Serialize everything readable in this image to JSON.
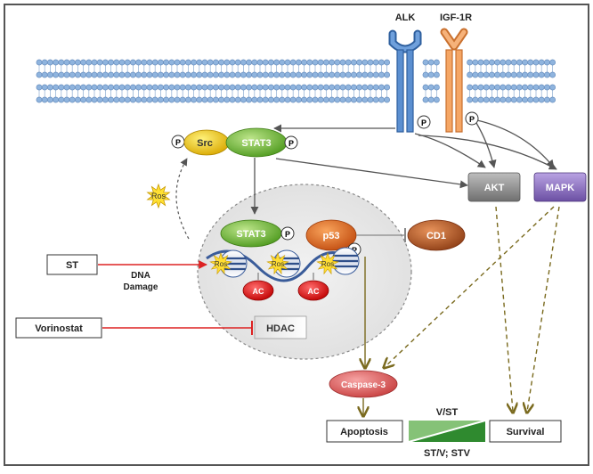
{
  "colors": {
    "frame": "#555555",
    "membrane_head": "#8fb4de",
    "alk": "#4a7fc0",
    "igf": "#f2a15e",
    "pathway_arrow": "#555555",
    "inhibit_red": "#dd2222",
    "olive_arrow": "#7a6a1e",
    "src": "#f4d000",
    "stat3": "#7dbf3f",
    "p53": "#e06a1e",
    "cd1": "#c0622a",
    "ac": "#ee1b1b",
    "caspase": "#e06060",
    "akt": "#8a8a8a",
    "mapk": "#8a6dbf",
    "ros_burst": "#ffdd33",
    "gradient_green": "#2f8a2f"
  },
  "receptors": {
    "alk": "ALK",
    "igf1r": "IGF-1R"
  },
  "phospho": "P",
  "cytoplasm": {
    "src": "Src",
    "stat3": "STAT3",
    "ros": "Ros",
    "akt": "AKT",
    "mapk": "MAPK"
  },
  "nucleus": {
    "stat3": "STAT3",
    "p53": "p53",
    "ros": "Ros",
    "ac": "AC",
    "hdac": "HDAC",
    "dna_damage": "DNA\nDamage",
    "cd1": "CD1"
  },
  "drugs": {
    "st": "ST",
    "vorinostat": "Vorinostat"
  },
  "outcomes": {
    "caspase3": "Caspase-3",
    "apoptosis": "Apoptosis",
    "survival": "Survival",
    "v_st": "V/ST",
    "st_v_stv": "ST/V; STV"
  }
}
